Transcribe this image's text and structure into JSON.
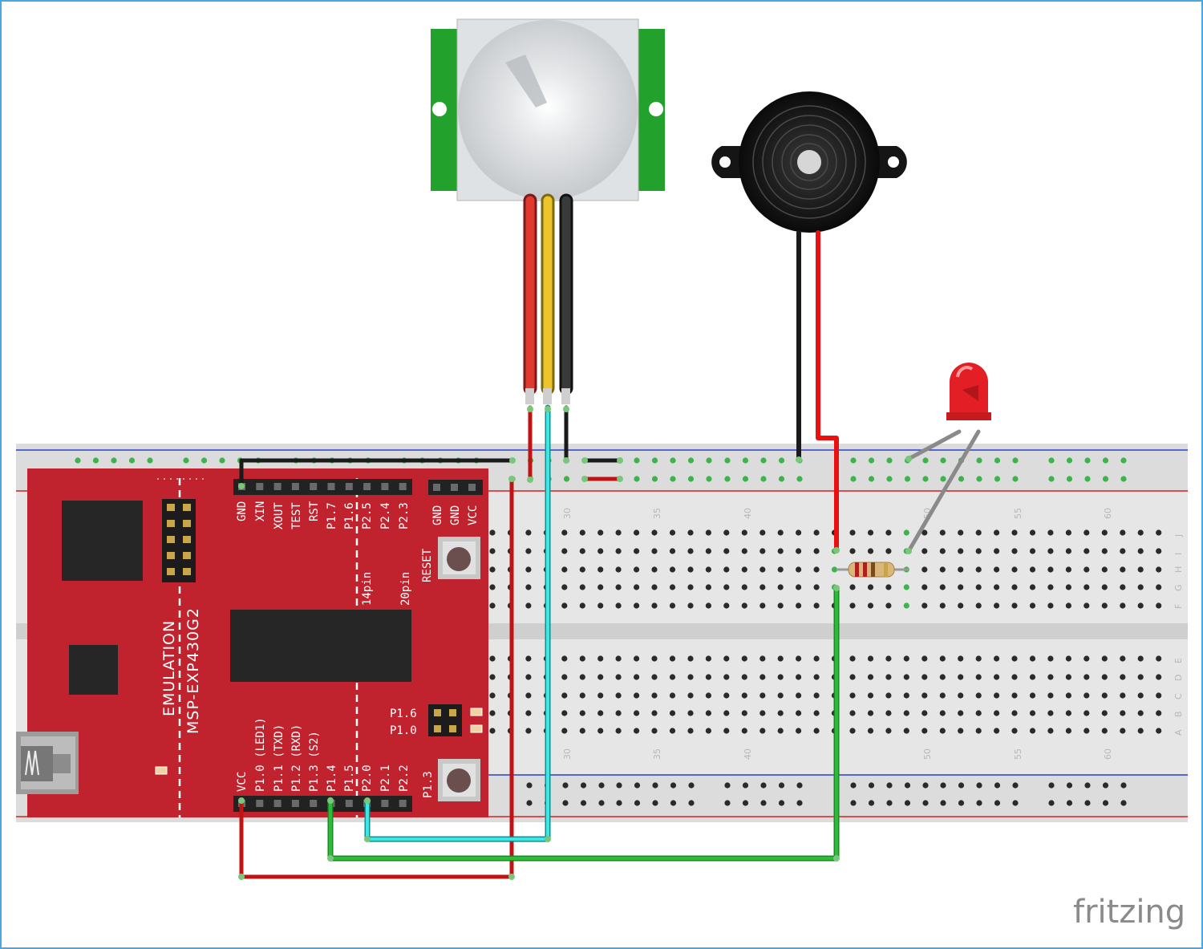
{
  "colors": {
    "pcb": "#c0222e",
    "wire_red": "#c01414",
    "wire_black": "#1a1a1a",
    "wire_cyan": "#3ee6e6",
    "wire_green": "#2dbb3a",
    "wire_gray": "#8a8a8a",
    "pir_board": "#22a12c",
    "led": "#e31e24"
  },
  "brand": "fritzing",
  "launchpad": {
    "model": "MSP-EXP430G2",
    "emulation": "EMULATION",
    "top_header_pins": [
      "GND",
      "XIN",
      "XOUT",
      "TEST",
      "RST",
      "P1.7",
      "P1.6",
      "P2.5",
      "P2.4",
      "P2.3"
    ],
    "bottom_header_pins": [
      "VCC",
      "P1.0 (LED1)",
      "P1.1 (TXD)",
      "P1.2 (RXD)",
      "P1.3 (S2)",
      "P1.4",
      "P1.5",
      "P2.0",
      "P2.1",
      "P2.2"
    ],
    "power_pins": [
      "GND",
      "GND",
      "VCC"
    ],
    "reset_label": "RESET",
    "s2_label": "P1.3",
    "pin14_label": "14pin",
    "pin20_label": "20pin",
    "led_jumpers": [
      "P1.6",
      "P1.0"
    ]
  },
  "breadboard": {
    "column_numbers": [
      "30",
      "35",
      "40",
      "50",
      "55",
      "60"
    ],
    "top_row_letters": [
      "J",
      "I",
      "H",
      "G",
      "F"
    ],
    "bottom_row_letters": [
      "E",
      "D",
      "C",
      "B",
      "A"
    ]
  },
  "icons": [
    "pir-sensor-icon",
    "buzzer-icon",
    "led-icon",
    "resistor-icon",
    "usb-connector-icon",
    "pushbutton-icon"
  ]
}
